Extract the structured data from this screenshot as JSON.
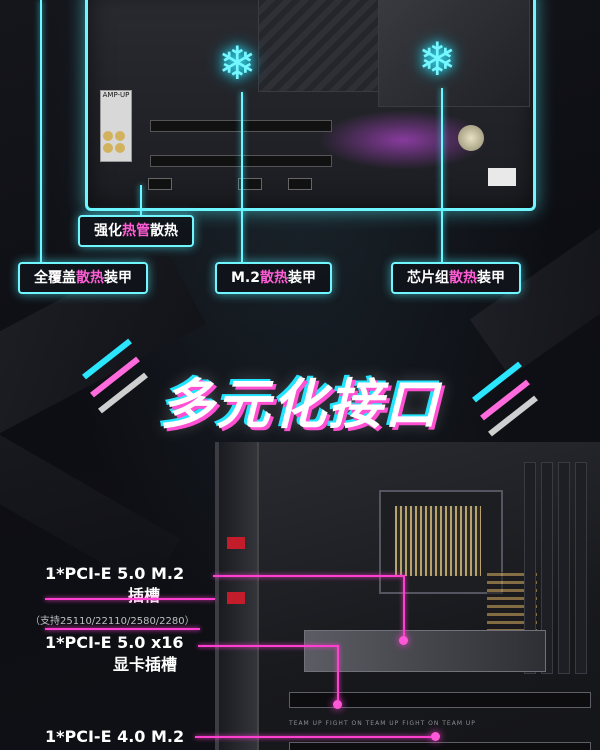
{
  "features": {
    "heatpipe": {
      "prefix": "强化",
      "hl": "热管",
      "suffix": "散热"
    },
    "armor": {
      "prefix": "全覆盖",
      "hl": "散热",
      "suffix": "装甲"
    },
    "m2": {
      "prefix": "M.2",
      "hl": "散热",
      "suffix": "装甲"
    },
    "chipset": {
      "prefix": "芯片组",
      "hl": "散热",
      "suffix": "装甲"
    }
  },
  "section": {
    "title": "多元化接口"
  },
  "interfaces": [
    {
      "line1": "1*PCI-E 5.0 M.2",
      "line2": "插槽"
    },
    {
      "line1": "1*PCI-E 5.0 x16",
      "line2": "显卡插槽"
    },
    {
      "line1": "1*PCI-E 4.0 M.2",
      "line2": ""
    }
  ],
  "note": "（支持25110/22110/2580/2280）",
  "board": {
    "amp_label": "AMP-UP",
    "silkscreen": "TEAM UP FIGHT ON  TEAM UP FIGHT ON  TEAM UP"
  },
  "colors": {
    "cyan": "#6ff6ff",
    "pink": "#ff3fd0",
    "highlight": "#ff5cd6"
  },
  "icons": {
    "snowflake": "snowflake-icon"
  }
}
